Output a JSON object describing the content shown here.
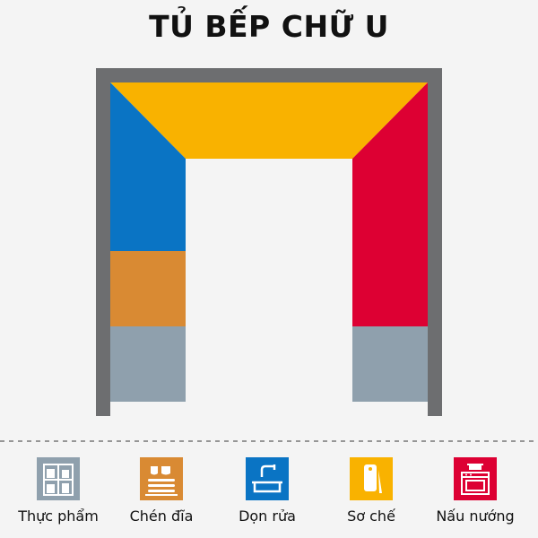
{
  "title": "TỦ BẾP CHỮ U",
  "colors": {
    "frame": "#6d6e70",
    "top_zone": "#f9b200",
    "left_upper_zone": "#0a74c4",
    "left_middle_zone": "#d98a33",
    "bottom_zones": "#8fa0ad",
    "right_zone": "#dd0033",
    "divider": "#777777",
    "background": "#f4f4f4"
  },
  "legend": [
    {
      "label": "Thực phẩm",
      "color": "#8fa0ad",
      "icon": "pantry-shelf-icon"
    },
    {
      "label": "Chén đĩa",
      "color": "#d98a33",
      "icon": "dishes-icon"
    },
    {
      "label": "Dọn rửa",
      "color": "#0a74c4",
      "icon": "sink-faucet-icon"
    },
    {
      "label": "Sơ chế",
      "color": "#f9b200",
      "icon": "cutting-board-icon"
    },
    {
      "label": "Nấu nướng",
      "color": "#dd0033",
      "icon": "oven-stove-icon"
    }
  ]
}
